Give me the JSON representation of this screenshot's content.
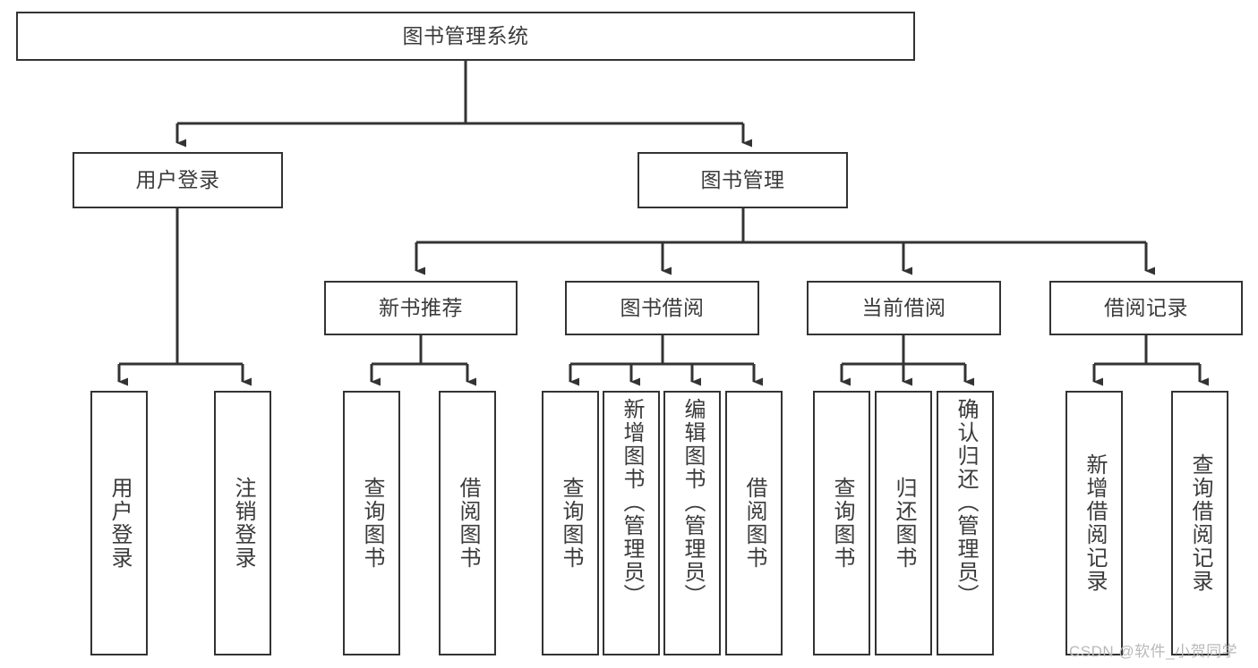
{
  "diagram": {
    "type": "tree-hierarchy",
    "title": "图书管理系统",
    "nodes": {
      "root": {
        "label": "图书管理系统",
        "level": 1
      },
      "user_login": {
        "label": "用户登录",
        "level": 2
      },
      "book_mgmt": {
        "label": "图书管理",
        "level": 2
      },
      "new_book_rec": {
        "label": "新书推荐",
        "level": 3
      },
      "book_borrow": {
        "label": "图书借阅",
        "level": 3
      },
      "current_borrow": {
        "label": "当前借阅",
        "level": 3
      },
      "borrow_record": {
        "label": "借阅记录",
        "level": 3
      },
      "leaf_user_login": {
        "label": "用户登录",
        "level": 4
      },
      "leaf_logout": {
        "label": "注销登录",
        "level": 4
      },
      "leaf_query_book_1": {
        "label": "查询图书",
        "level": 4
      },
      "leaf_borrow_book_1": {
        "label": "借阅图书",
        "level": 4
      },
      "leaf_query_book_2": {
        "label": "查询图书",
        "level": 4
      },
      "leaf_add_book": {
        "label": "新增图书（管理员）",
        "level": 4
      },
      "leaf_edit_book": {
        "label": "编辑图书（管理员）",
        "level": 4
      },
      "leaf_borrow_book_2": {
        "label": "借阅图书",
        "level": 4
      },
      "leaf_query_book_3": {
        "label": "查询图书",
        "level": 4
      },
      "leaf_return_book": {
        "label": "归还图书",
        "level": 4
      },
      "leaf_confirm_return": {
        "label": "确认归还（管理员）",
        "level": 4
      },
      "leaf_add_record": {
        "label": "新增借阅记录",
        "level": 4
      },
      "leaf_query_record": {
        "label": "查询借阅记录",
        "level": 4
      }
    },
    "edges": [
      {
        "from": "root",
        "to": "user_login"
      },
      {
        "from": "root",
        "to": "book_mgmt"
      },
      {
        "from": "book_mgmt",
        "to": "new_book_rec"
      },
      {
        "from": "book_mgmt",
        "to": "book_borrow"
      },
      {
        "from": "book_mgmt",
        "to": "current_borrow"
      },
      {
        "from": "book_mgmt",
        "to": "borrow_record"
      },
      {
        "from": "user_login",
        "to": "leaf_user_login"
      },
      {
        "from": "user_login",
        "to": "leaf_logout"
      },
      {
        "from": "new_book_rec",
        "to": "leaf_query_book_1"
      },
      {
        "from": "new_book_rec",
        "to": "leaf_borrow_book_1"
      },
      {
        "from": "book_borrow",
        "to": "leaf_query_book_2"
      },
      {
        "from": "book_borrow",
        "to": "leaf_add_book"
      },
      {
        "from": "book_borrow",
        "to": "leaf_edit_book"
      },
      {
        "from": "book_borrow",
        "to": "leaf_borrow_book_2"
      },
      {
        "from": "current_borrow",
        "to": "leaf_query_book_3"
      },
      {
        "from": "current_borrow",
        "to": "leaf_return_book"
      },
      {
        "from": "current_borrow",
        "to": "leaf_confirm_return"
      },
      {
        "from": "borrow_record",
        "to": "leaf_add_record"
      },
      {
        "from": "borrow_record",
        "to": "leaf_query_record"
      }
    ],
    "colors": {
      "box_border": "#333333",
      "box_fill": "#ffffff",
      "text": "#3b3b3b",
      "connector": "#333333",
      "watermark": "#b9b9b9",
      "background": "#ffffff"
    }
  },
  "watermark": {
    "text": "CSDN @软件_小贺同学"
  }
}
